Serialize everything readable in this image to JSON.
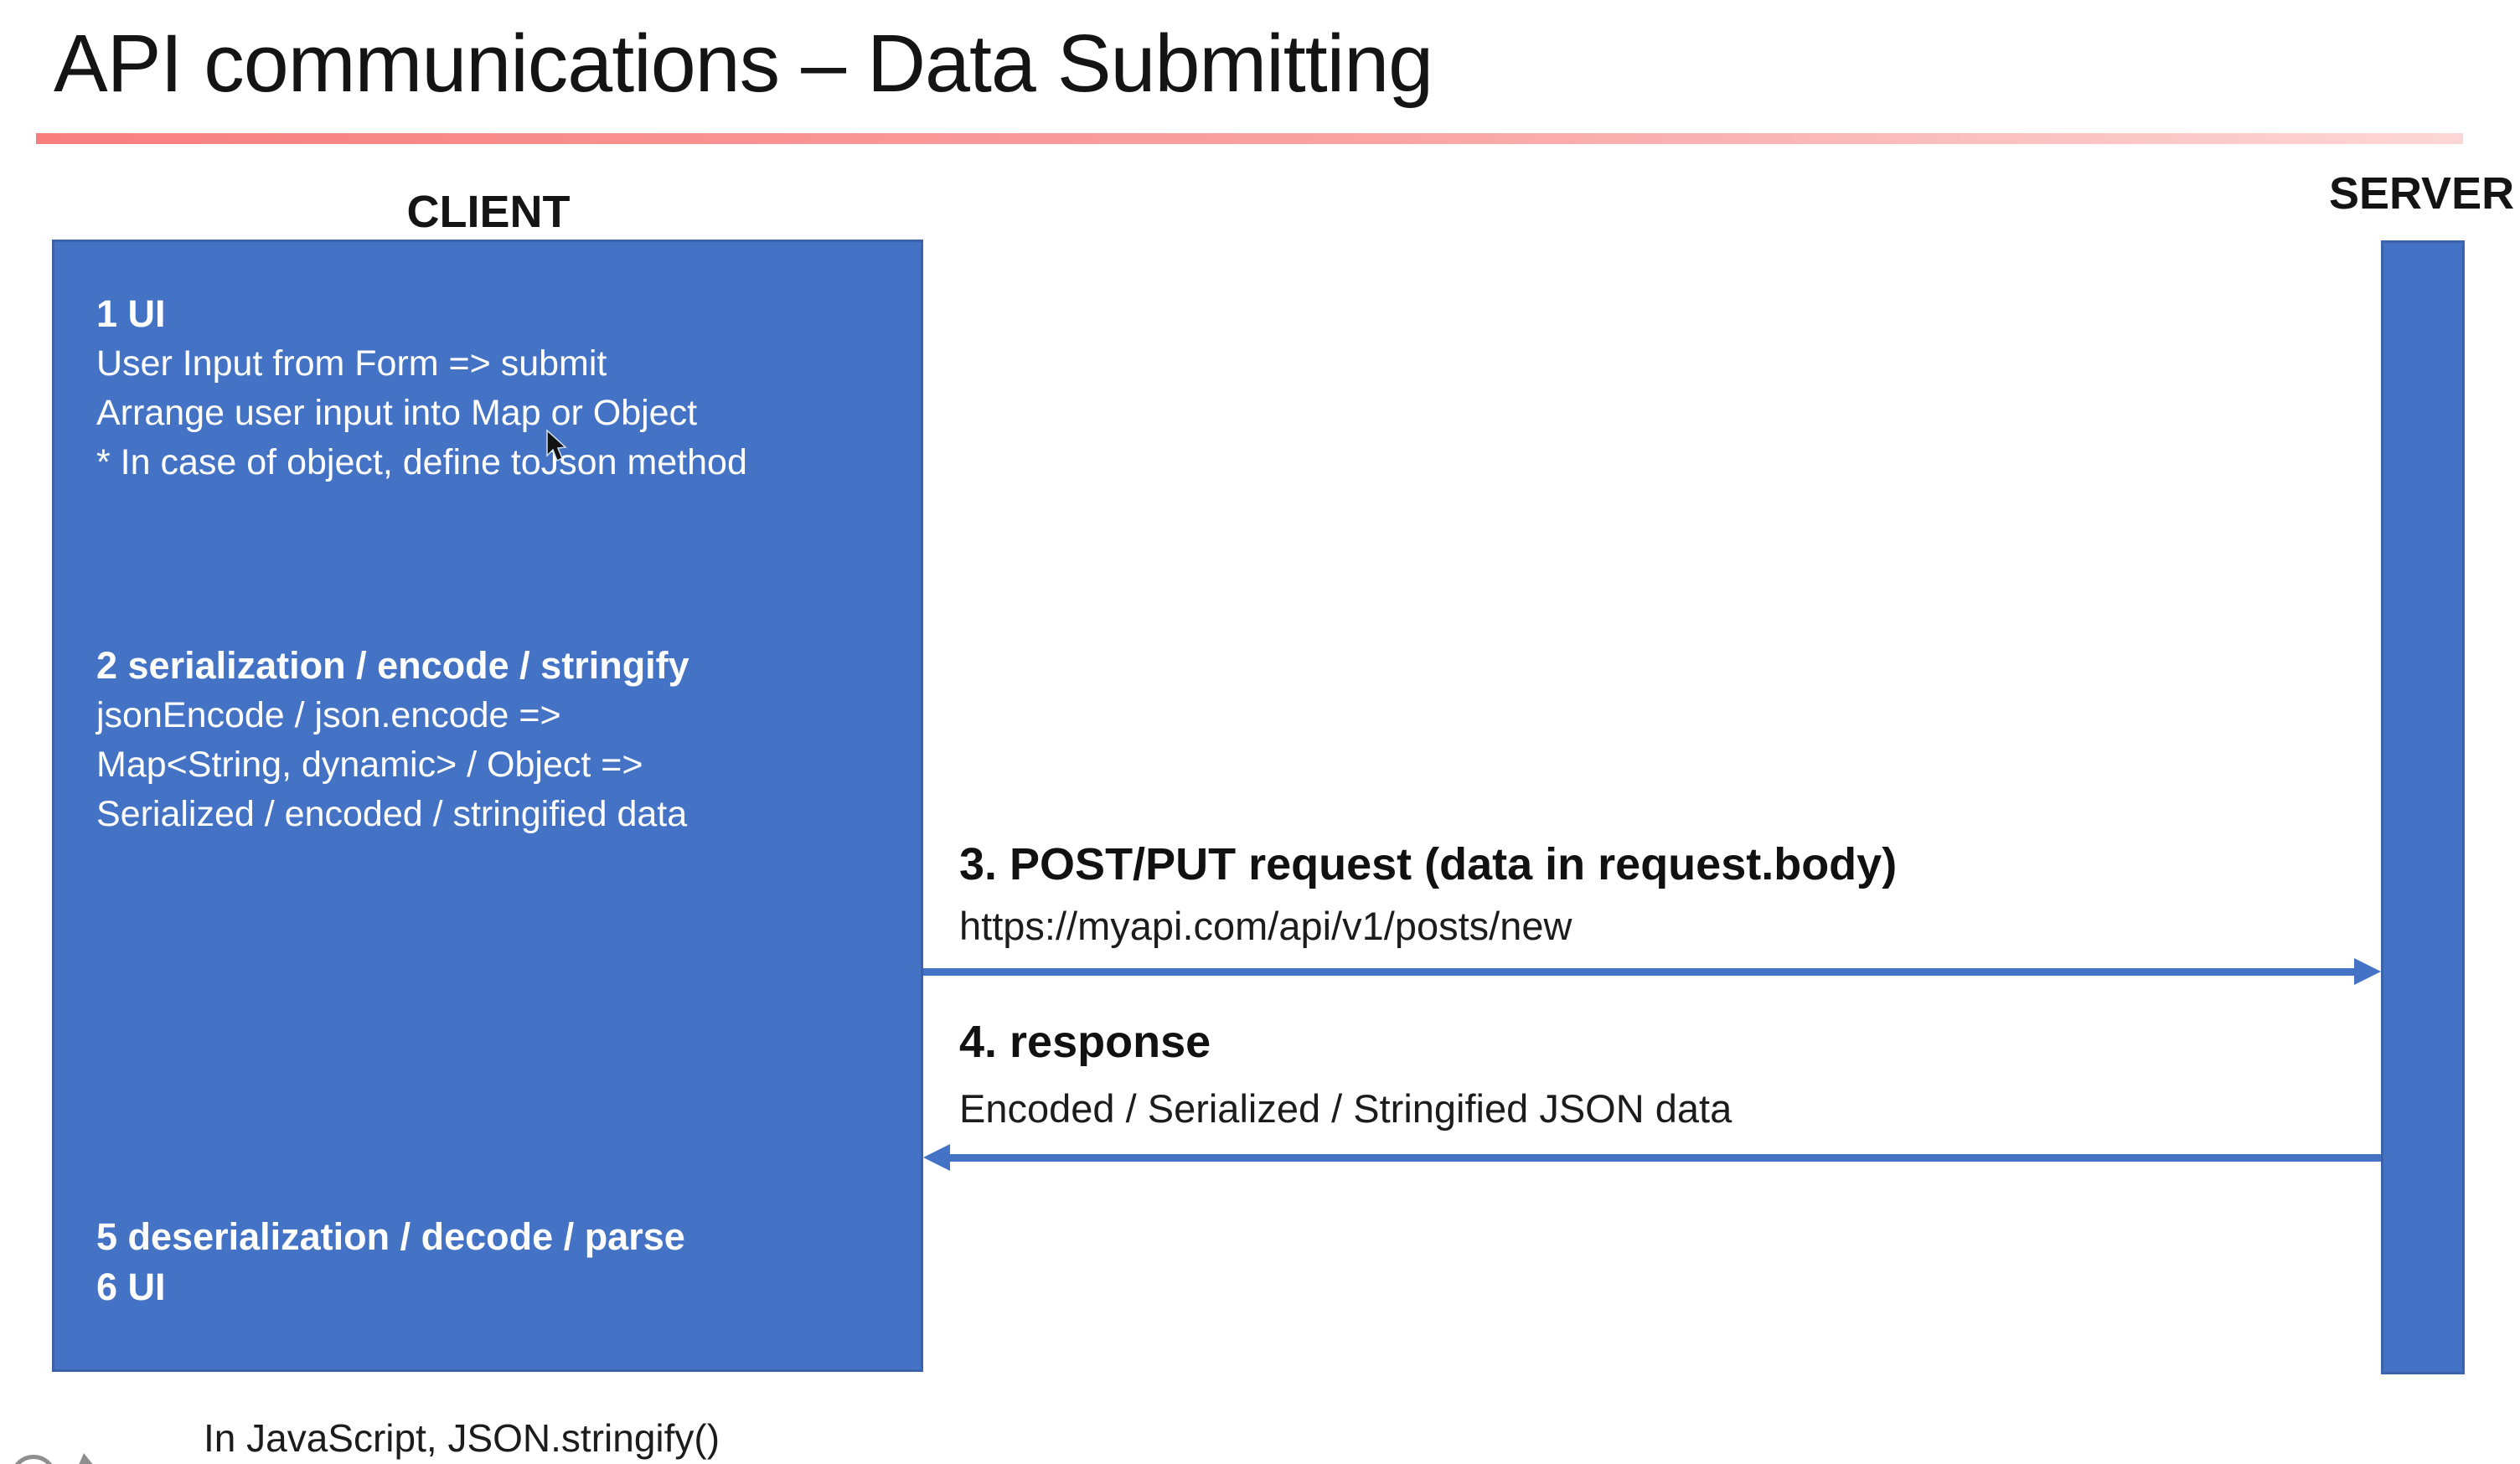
{
  "slide": {
    "title": "API communications – Data Submitting",
    "footnote": "In JavaScript, JSON.stringify()"
  },
  "diagram": {
    "client": {
      "label": "CLIENT",
      "sections": [
        {
          "heading": "1 UI",
          "lines": [
            "User Input from Form => submit",
            "Arrange user input into Map or Object",
            "* In case of object, define toJson method"
          ]
        },
        {
          "heading": "2 serialization / encode / stringify",
          "lines": [
            "jsonEncode / json.encode =>",
            "Map<String, dynamic> / Object =>",
            "Serialized / encoded / stringified data"
          ]
        },
        {
          "heading": "5 deserialization / decode / parse"
        },
        {
          "heading": "6 UI"
        }
      ]
    },
    "server": {
      "label": "SERVER"
    },
    "messages": [
      {
        "heading": "3. POST/PUT request (data in request.body)",
        "detail": "https://myapi.com/api/v1/posts/new",
        "direction": "client-to-server"
      },
      {
        "heading": "4. response",
        "detail": "Encoded / Serialized / Stringified JSON data",
        "direction": "server-to-client"
      }
    ],
    "colors": {
      "box_fill": "#4472c4",
      "box_border": "#3b62ab",
      "arrow": "#4472c4",
      "divider_left": "#f87e7e",
      "divider_right": "#fcd6d6",
      "box_text": "#ffffff",
      "body_text": "#141414"
    }
  }
}
